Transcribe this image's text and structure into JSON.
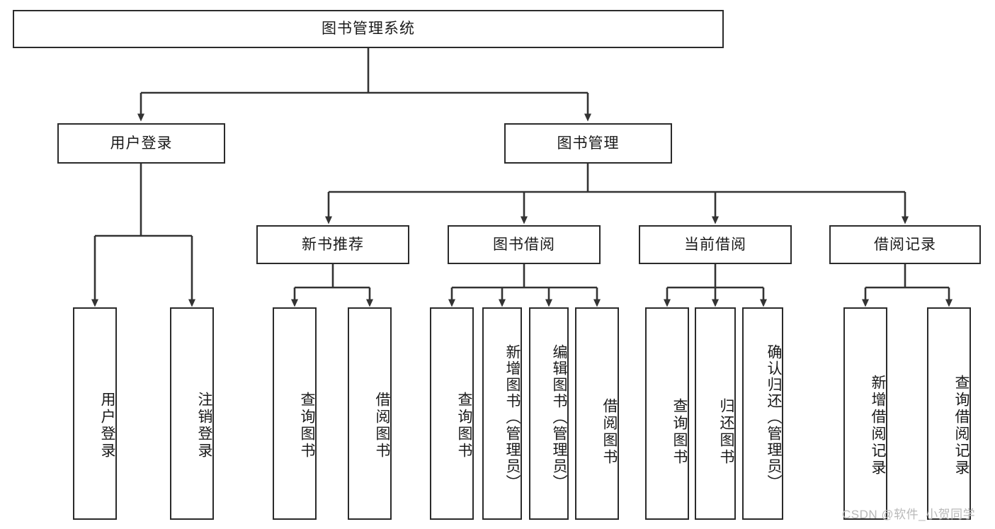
{
  "diagram": {
    "title": "图书管理系统",
    "type": "tree-hierarchy",
    "root": {
      "label": "图书管理系统"
    },
    "level2": [
      {
        "label": "用户登录"
      },
      {
        "label": "图书管理"
      }
    ],
    "level3": [
      {
        "label": "新书推荐"
      },
      {
        "label": "图书借阅"
      },
      {
        "label": "当前借阅"
      },
      {
        "label": "借阅记录"
      }
    ],
    "leaves": {
      "user_login": [
        {
          "label": "用户登录"
        },
        {
          "label": "注销登录"
        }
      ],
      "new_book_recommend": [
        {
          "label": "查询图书"
        },
        {
          "label": "借阅图书"
        }
      ],
      "book_borrow": [
        {
          "label": "查询图书"
        },
        {
          "label": "新增图书（管理员）"
        },
        {
          "label": "编辑图书（管理员）"
        },
        {
          "label": "借阅图书"
        }
      ],
      "current_borrow": [
        {
          "label": "查询图书"
        },
        {
          "label": "归还图书"
        },
        {
          "label": "确认归还（管理员）"
        }
      ],
      "borrow_record": [
        {
          "label": "新增借阅记录"
        },
        {
          "label": "查询借阅记录"
        }
      ]
    }
  },
  "watermark": {
    "text": "CSDN @软件_小贺同学"
  },
  "colors": {
    "box_border": "#2b2b2b",
    "box_fill": "#ffffff",
    "edge": "#333333",
    "text": "#1a1a1a",
    "watermark": "#b9b9b9"
  }
}
